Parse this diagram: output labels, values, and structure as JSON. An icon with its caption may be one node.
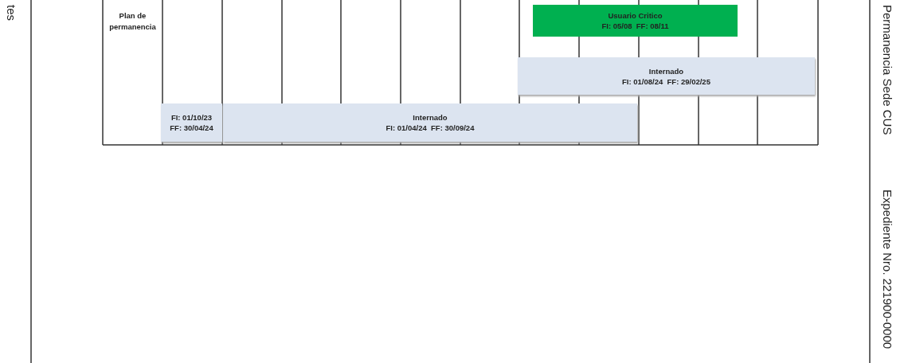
{
  "diagram": {
    "nodes": [
      {
        "text": [
          "Usuario Critico",
          "FI: 05/08  FF: 08/11"
        ]
      },
      {
        "text": [
          "Internado",
          "FI: 01/08/24  FF: 29/02/25"
        ]
      },
      {
        "text": [
          "FI: 01/10/23 FF: 30/04/24"
        ]
      },
      {
        "text": [
          "Internado",
          "FI: 01/04/24  FF: 30/09/24"
        ]
      }
    ],
    "labels": [
      "tes",
      "Plan de permanencia",
      "Permanencia Sede CUS",
      "Expediente Nro. 221900-0000"
    ]
  }
}
